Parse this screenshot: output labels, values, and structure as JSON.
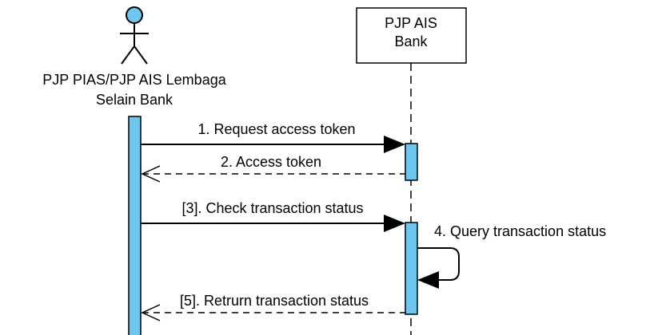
{
  "participants": {
    "client": {
      "label_line1": "PJP PIAS/PJP AIS Lembaga",
      "label_line2": "Selain Bank"
    },
    "bank": {
      "label_line1": "PJP AIS",
      "label_line2": "Bank"
    }
  },
  "messages": [
    {
      "label": "1. Request access token"
    },
    {
      "label": "2. Access token"
    },
    {
      "label": "[3]. Check transaction status"
    },
    {
      "label": "4. Query transaction status"
    },
    {
      "label": "[5]. Retrurn transaction status"
    }
  ],
  "colors": {
    "activation_fill": "#6ec6ef",
    "actor_head_fill": "#6ec6ef",
    "line": "#000000"
  }
}
